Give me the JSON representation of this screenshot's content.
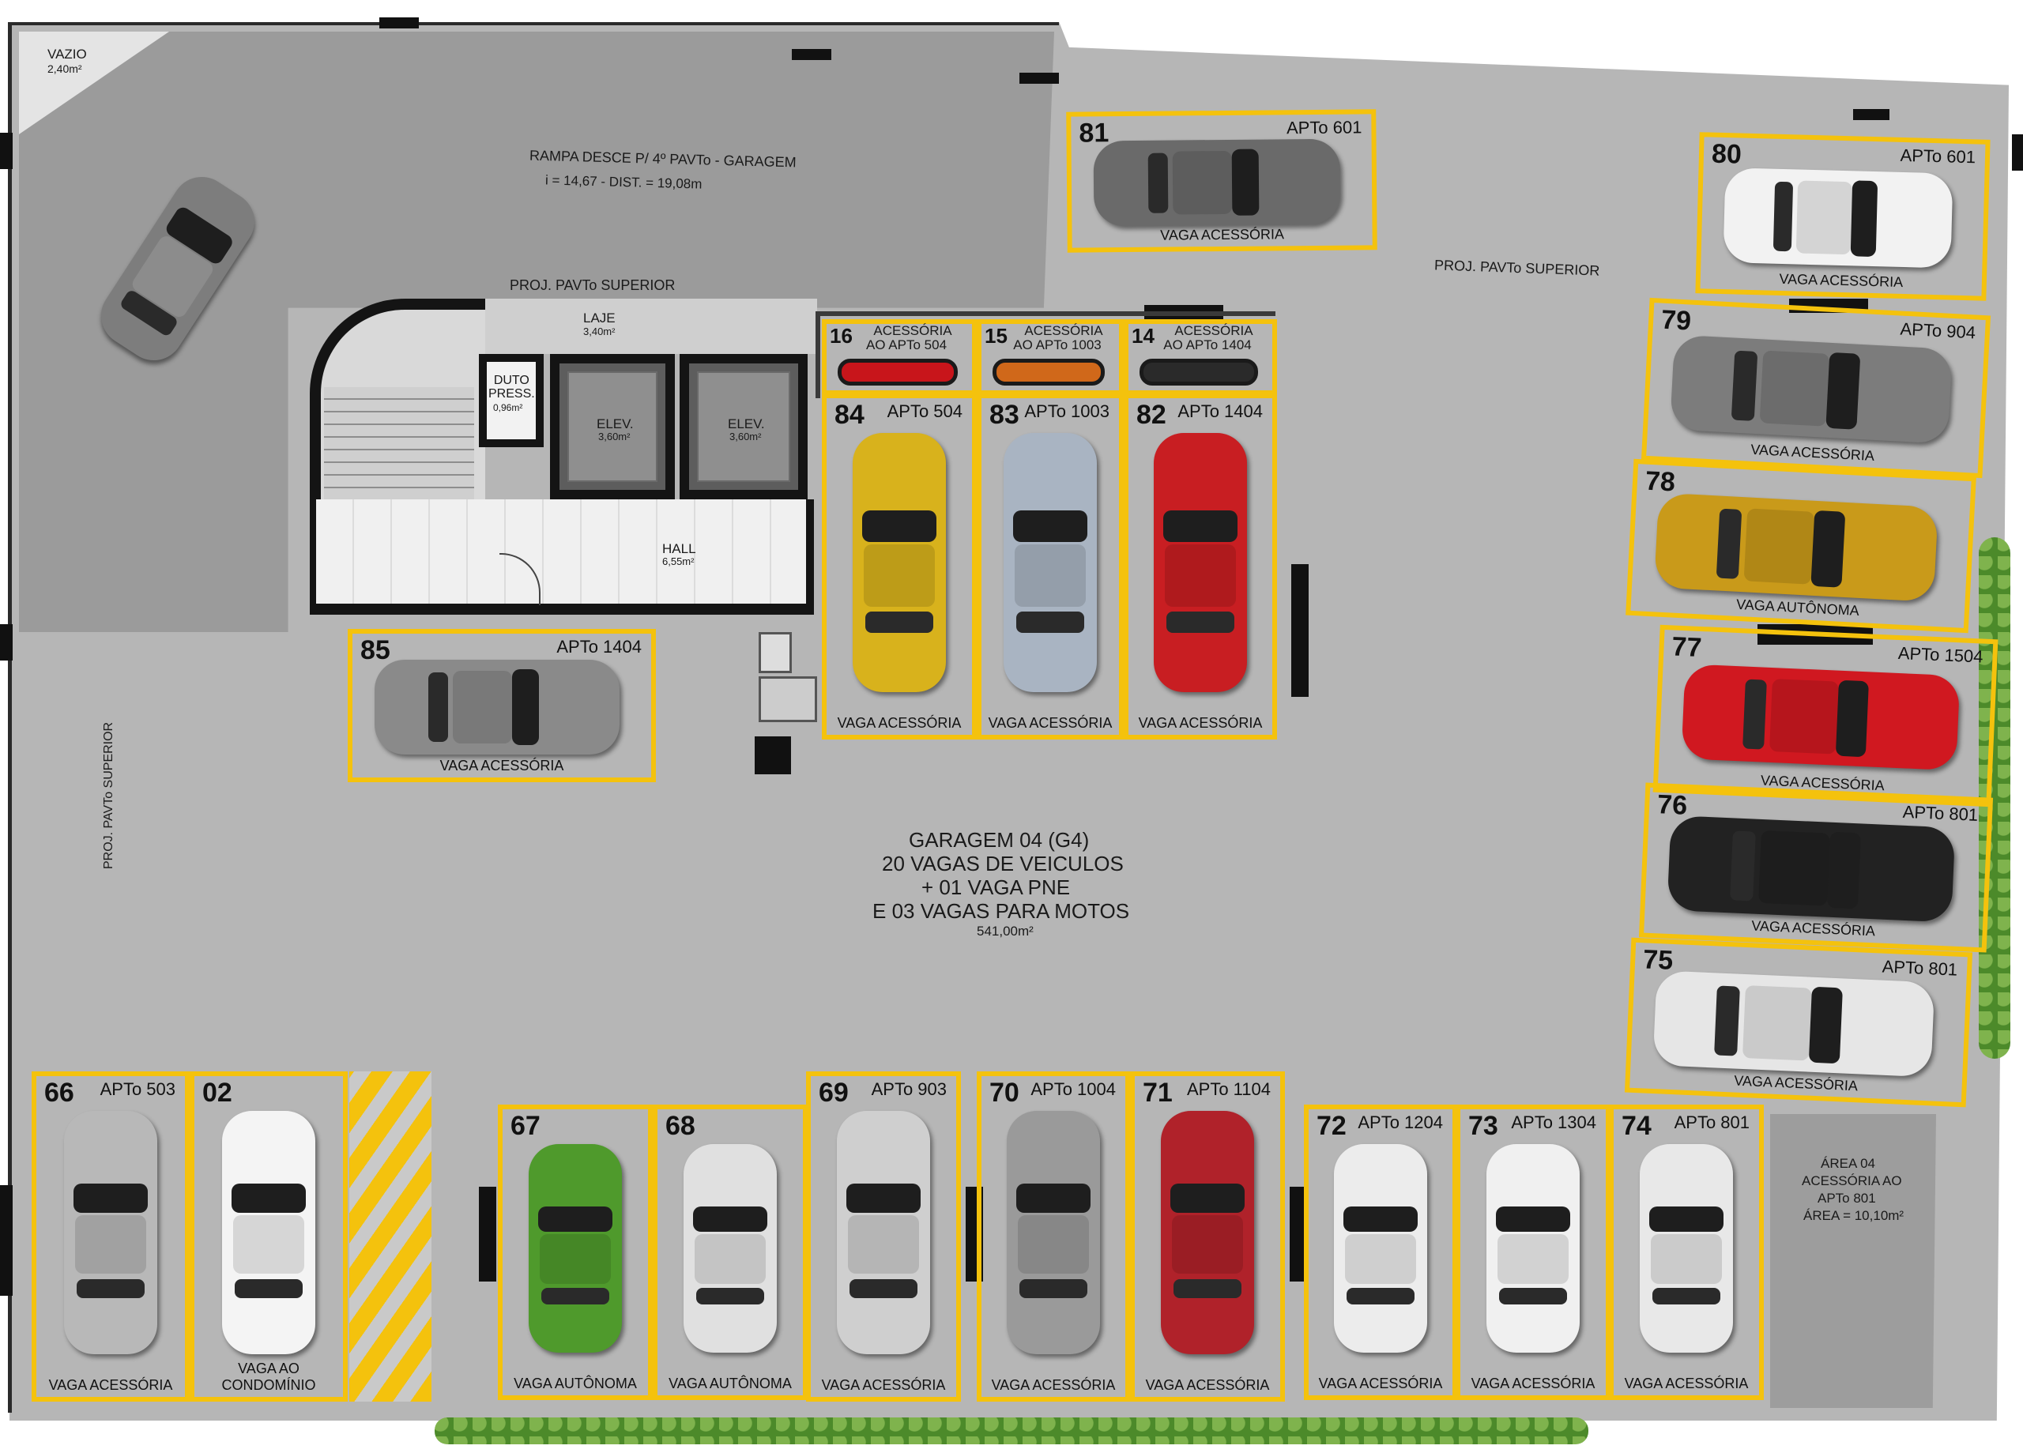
{
  "title": {
    "line1": "GARAGEM 04  (G4)",
    "line2": "20 VAGAS DE VEICULOS",
    "line3": "+ 01 VAGA PNE",
    "line4": "E 03 VAGAS PARA MOTOS",
    "area": "541,00m²"
  },
  "labels": {
    "vazio": "VAZIO",
    "vazio_area": "2,40m²",
    "rampa": "RAMPA DESCE P/ 4º PAVTo - GARAGEM",
    "rampa_info": "i = 14,67 - DIST. = 19,08m",
    "proj_top_left": "PROJ. PAVTo SUPERIOR",
    "proj_top_right": "PROJ. PAVTo SUPERIOR",
    "proj_left": "PROJ. PAVTo SUPERIOR",
    "laje": "LAJE",
    "laje_area": "3,40m²",
    "duto": "DUTO\nPRESS.",
    "duto_area": "0,96m²",
    "elev1": "ELEV.",
    "elev1_area": "3,60m²",
    "elev2": "ELEV.",
    "elev2_area": "3,60m²",
    "hall": "HALL",
    "hall_area": "6,55m²",
    "area04_1": "ÁREA 04",
    "area04_2": "ACESSÓRIA AO",
    "area04_3": "APTo 801",
    "area04_4": "ÁREA = 10,10m²"
  },
  "spots": [
    {
      "num": "81",
      "apt": "APTo 601",
      "type": "VAGA ACESSÓRIA",
      "color": "#6a6a6a"
    },
    {
      "num": "80",
      "apt": "APTo 601",
      "type": "VAGA ACESSÓRIA",
      "color": "#f2f2f2"
    },
    {
      "num": "79",
      "apt": "APTo 904",
      "type": "VAGA ACESSÓRIA",
      "color": "#7c7c7c"
    },
    {
      "num": "78",
      "apt": "",
      "type": "VAGA AUTÔNOMA",
      "color": "#c99a1a"
    },
    {
      "num": "77",
      "apt": "APTo 1504",
      "type": "VAGA ACESSÓRIA",
      "color": "#d01820"
    },
    {
      "num": "76",
      "apt": "APTo 801",
      "type": "VAGA ACESSÓRIA",
      "color": "#222222"
    },
    {
      "num": "75",
      "apt": "APTo 801",
      "type": "VAGA ACESSÓRIA",
      "color": "#e6e6e6"
    },
    {
      "num": "84",
      "apt": "APTo 504",
      "type": "VAGA ACESSÓRIA",
      "color": "#d8b21c"
    },
    {
      "num": "83",
      "apt": "APTo 1003",
      "type": "VAGA ACESSÓRIA",
      "color": "#a9b4c2"
    },
    {
      "num": "82",
      "apt": "APTo 1404",
      "type": "VAGA ACESSÓRIA",
      "color": "#c81e22"
    },
    {
      "num": "85",
      "apt": "APTo 1404",
      "type": "VAGA ACESSÓRIA",
      "color": "#8a8a8a"
    },
    {
      "num": "66",
      "apt": "APTo 503",
      "type": "VAGA ACESSÓRIA",
      "color": "#b8b8b8"
    },
    {
      "num": "02",
      "apt": "",
      "type": "VAGA AO CONDOMÍNIO",
      "color": "#f4f4f4"
    },
    {
      "num": "67",
      "apt": "",
      "type": "VAGA AUTÔNOMA",
      "color": "#4f9a2c"
    },
    {
      "num": "68",
      "apt": "",
      "type": "VAGA AUTÔNOMA",
      "color": "#e0e0e0"
    },
    {
      "num": "69",
      "apt": "APTo 903",
      "type": "VAGA ACESSÓRIA",
      "color": "#cfcfcf"
    },
    {
      "num": "70",
      "apt": "APTo 1004",
      "type": "VAGA ACESSÓRIA",
      "color": "#9a9a9a"
    },
    {
      "num": "71",
      "apt": "APTo 1104",
      "type": "VAGA ACESSÓRIA",
      "color": "#b0222a"
    },
    {
      "num": "72",
      "apt": "APTo 1204",
      "type": "VAGA ACESSÓRIA",
      "color": "#ececec"
    },
    {
      "num": "73",
      "apt": "APTo 1304",
      "type": "VAGA ACESSÓRIA",
      "color": "#f0f0f0"
    },
    {
      "num": "74",
      "apt": "APTo 801",
      "type": "VAGA ACESSÓRIA",
      "color": "#e8e8e8"
    }
  ],
  "moto_spots": [
    {
      "num": "16",
      "text1": "ACESSÓRIA",
      "text2": "AO APTo 504",
      "color": "#c8151b"
    },
    {
      "num": "15",
      "text1": "ACESSÓRIA",
      "text2": "AO APTo 1003",
      "color": "#d0681a"
    },
    {
      "num": "14",
      "text1": "ACESSÓRIA",
      "text2": "AO APTo 1404",
      "color": "#2a2a2a"
    }
  ],
  "colors": {
    "floor": "#b7b7b7",
    "ramp": "#9a9a9a",
    "line": "#f4c20d",
    "wall": "#141414",
    "hall_floor": "#ececec"
  }
}
